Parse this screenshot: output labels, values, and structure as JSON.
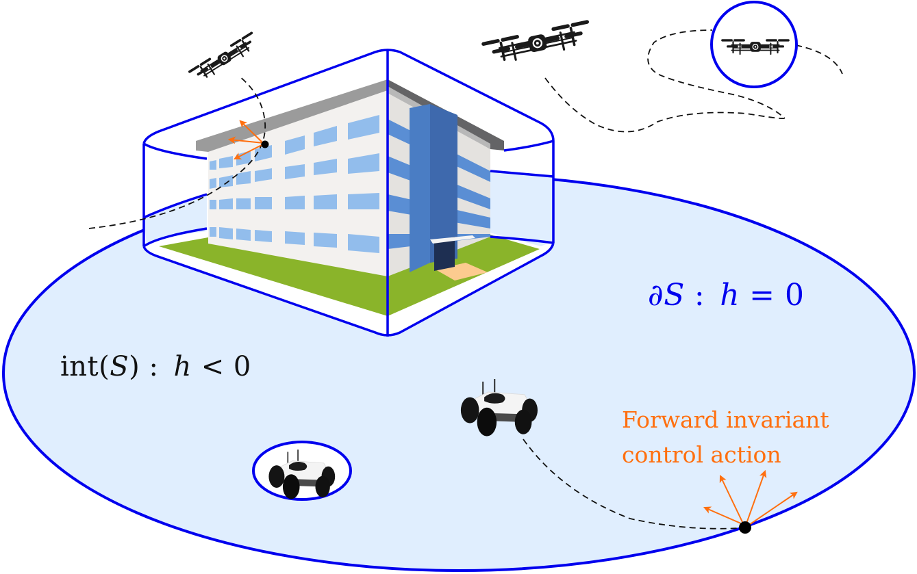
{
  "figure": {
    "description": "Safe set illustration with drones, rovers and a building obstacle",
    "colors": {
      "safe_set_fill": "#E0EEFE",
      "boundary_stroke": "#0000EE",
      "action_orange": "#FF6F0F",
      "trajectory": "#111111",
      "grass": "#8AB42A",
      "window_blue": "#92BDEC",
      "tower_blue": "#4A7DC4",
      "wall": "#F3F1EF",
      "roof": "#9B9B9B",
      "roof_dark": "#646466",
      "path": "#FCCB8F",
      "door": "#1E2F52"
    }
  },
  "labels": {
    "interior": {
      "prefix": "int(",
      "set": "S",
      "suffix": ") :",
      "var": "h",
      "relation": "< 0"
    },
    "boundary": {
      "partial": "∂",
      "set": "S",
      "sep": ":",
      "var": "h",
      "relation": "= 0"
    },
    "forward_invariant": {
      "line1": "Forward invariant",
      "line2": "control action"
    }
  },
  "elements": {
    "safe_set": {
      "type": "ellipse",
      "label": "safe set S"
    },
    "building_envelope": {
      "type": "rounded-box",
      "label": "building unsafe region"
    },
    "drones": [
      {
        "name": "drone-near-building",
        "state": "approaching boundary"
      },
      {
        "name": "drone-top-center",
        "state": "free flight"
      },
      {
        "name": "drone-circled",
        "state": "with safety circle"
      }
    ],
    "rovers": [
      {
        "name": "rover-circled",
        "state": "with safety ellipse"
      },
      {
        "name": "rover-center",
        "state": "moving to boundary"
      }
    ]
  }
}
